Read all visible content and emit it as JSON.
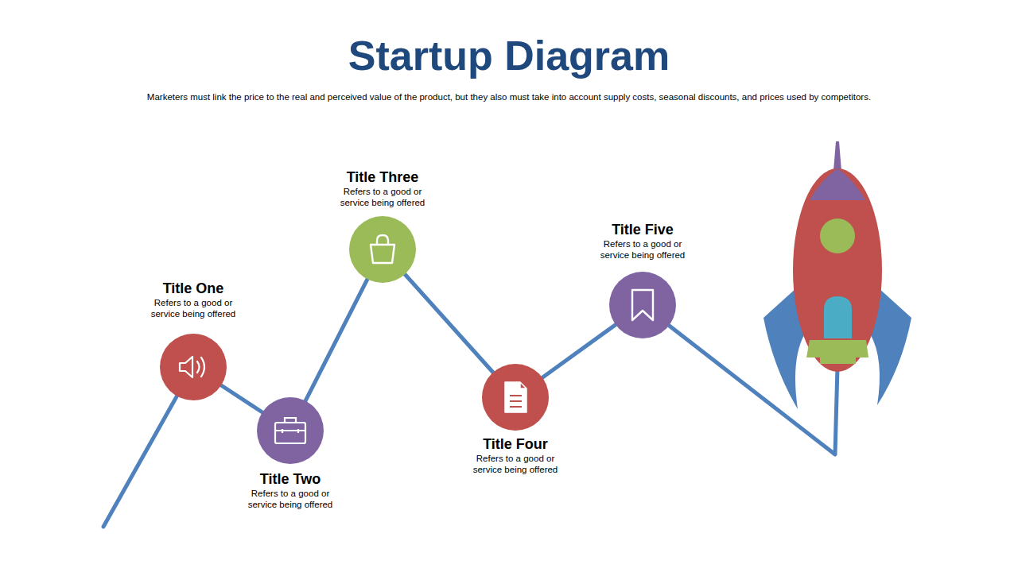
{
  "diagram": {
    "title": "Startup Diagram",
    "caption": "Marketers must link the price to the real and perceived value of the product, but they also must take into account supply costs, seasonal discounts, and prices used by competitors.",
    "nodes": [
      {
        "text": [
          "Title One",
          "Refers to a good or service being offered"
        ]
      },
      {
        "text": [
          "Title Two",
          "Refers to a good or service being offered"
        ]
      },
      {
        "text": [
          "Title Three",
          "Refers to a good or service being offered"
        ]
      },
      {
        "text": [
          "Title Four",
          "Refers to a good or service being offered"
        ]
      },
      {
        "text": [
          "Title Five",
          "Refers to a good or service being offered"
        ]
      }
    ],
    "edges": [
      {
        "from": 0,
        "to": 1,
        "arrow": "none"
      },
      {
        "from": 1,
        "to": 2,
        "arrow": "none"
      },
      {
        "from": 2,
        "to": 3,
        "arrow": "none"
      },
      {
        "from": 3,
        "to": 4,
        "arrow": "none"
      }
    ]
  }
}
